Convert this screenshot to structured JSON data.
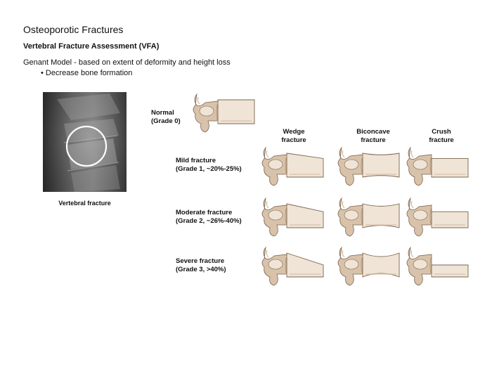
{
  "header": {
    "title": "Osteoporotic Fractures",
    "subtitle": "Vertebral Fracture Assessment (VFA)",
    "description": "Genant Model - based on extent of deformity and height loss",
    "bullet": "• Decrease bone formation"
  },
  "xray": {
    "caption": "Vertebral fracture"
  },
  "normal": {
    "label_line1": "Normal",
    "label_line2": "(Grade 0)"
  },
  "columns": [
    {
      "line1": "Wedge",
      "line2": "fracture"
    },
    {
      "line1": "Biconcave",
      "line2": "fracture"
    },
    {
      "line1": "Crush",
      "line2": "fracture"
    }
  ],
  "rows": [
    {
      "line1": "Mild fracture",
      "line2": "(Grade 1, ~20%-25%)"
    },
    {
      "line1": "Moderate fracture",
      "line2": "(Grade 2, ~26%-40%)"
    },
    {
      "line1": "Severe fracture",
      "line2": "(Grade 3, >40%)"
    }
  ],
  "colors": {
    "bone_light": "#efe4d6",
    "bone_mid": "#d8c2aa",
    "bone_dark": "#b89a7c",
    "outline": "#7a6450"
  }
}
